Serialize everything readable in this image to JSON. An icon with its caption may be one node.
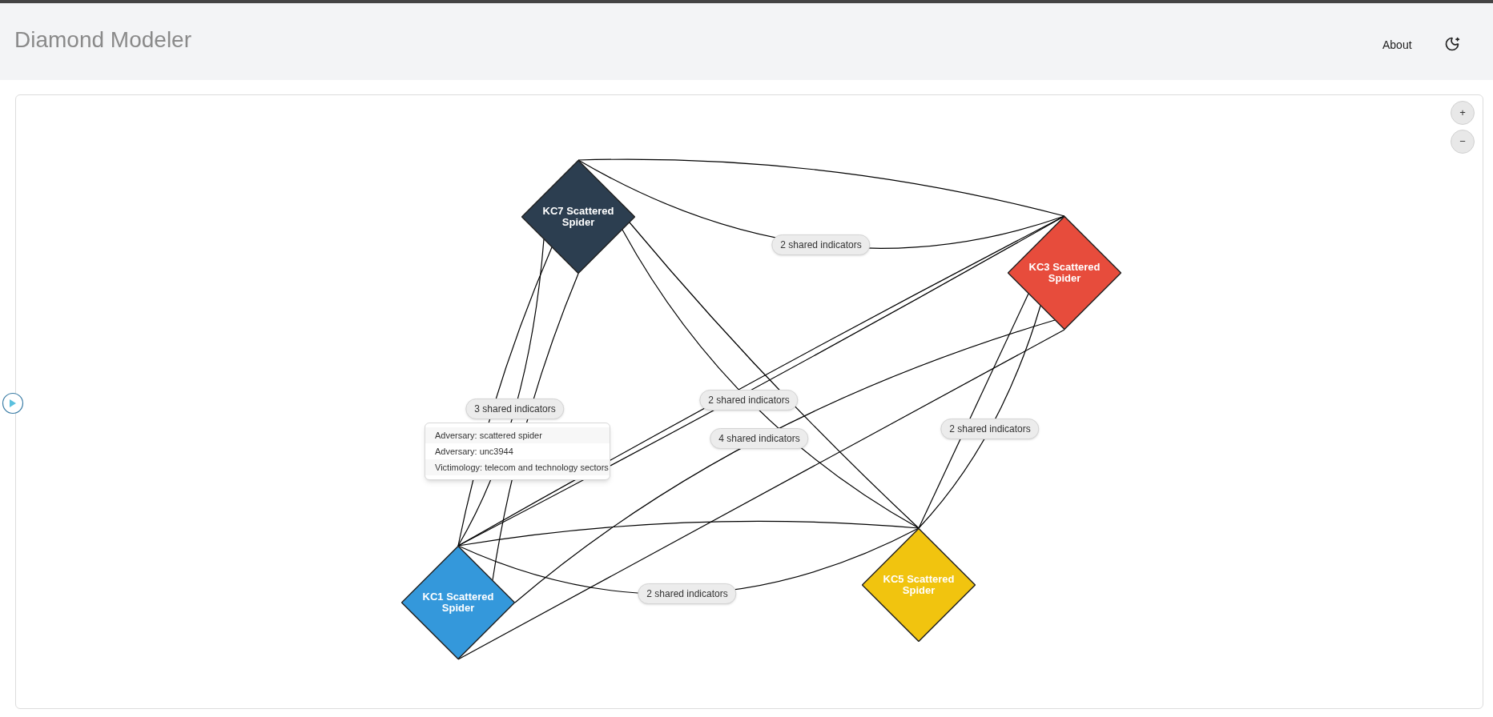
{
  "diagram": {
    "title": "Diamond Modeler",
    "nodes": [
      {
        "text": [
          "KC7 Scattered Spider"
        ]
      },
      {
        "text": [
          "KC3 Scattered Spider"
        ]
      },
      {
        "text": [
          "KC1 Scattered Spider"
        ]
      },
      {
        "text": [
          "KC5 Scattered Spider"
        ]
      }
    ],
    "edges": [
      {
        "from": 0,
        "to": 1,
        "arrow": "none"
      },
      {
        "from": 0,
        "to": 1,
        "arrow": "none",
        "label": "2 shared indicators"
      },
      {
        "from": 0,
        "to": 2,
        "arrow": "none",
        "label": "3 shared indicators"
      },
      {
        "from": 0,
        "to": 2,
        "arrow": "none"
      },
      {
        "from": 0,
        "to": 2,
        "arrow": "none"
      },
      {
        "from": 0,
        "to": 3,
        "arrow": "none",
        "label": "2 shared indicators"
      },
      {
        "from": 0,
        "to": 3,
        "arrow": "none"
      },
      {
        "from": 1,
        "to": 2,
        "arrow": "none"
      },
      {
        "from": 1,
        "to": 2,
        "arrow": "none"
      },
      {
        "from": 1,
        "to": 2,
        "arrow": "none",
        "label": "4 shared indicators"
      },
      {
        "from": 1,
        "to": 2,
        "arrow": "none"
      },
      {
        "from": 1,
        "to": 3,
        "arrow": "none"
      },
      {
        "from": 1,
        "to": 3,
        "arrow": "none",
        "label": "2 shared indicators"
      },
      {
        "from": 2,
        "to": 3,
        "arrow": "none"
      },
      {
        "from": 2,
        "to": 3,
        "arrow": "none",
        "label": "2 shared indicators"
      }
    ],
    "labels": [
      "About",
      "+",
      "−",
      "Adversary: scattered spider",
      "Adversary: unc3944",
      "Victimology: telecom and technology sectors"
    ]
  }
}
